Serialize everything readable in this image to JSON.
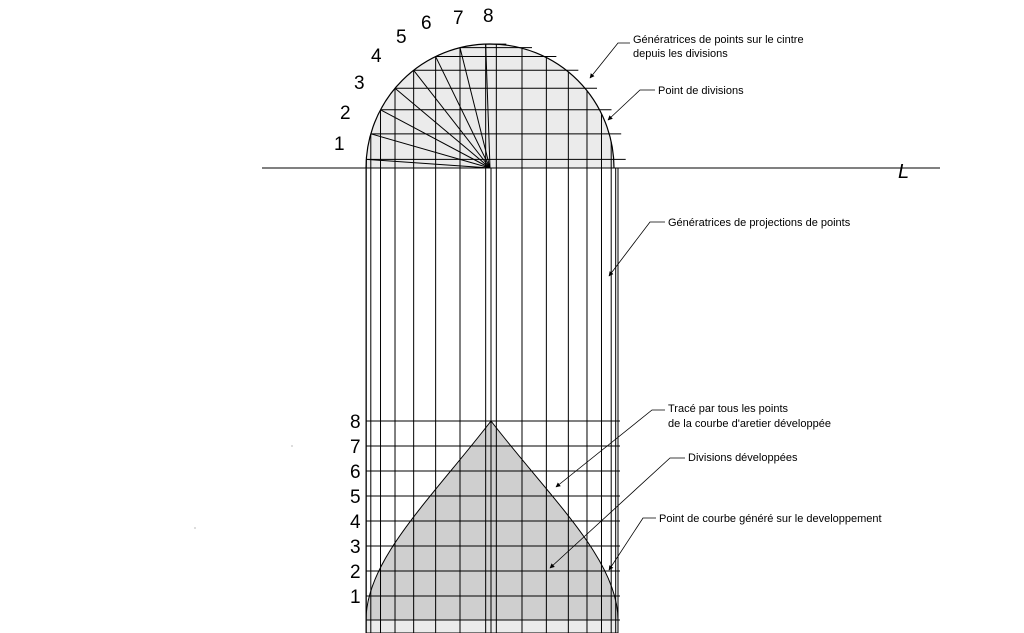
{
  "top_numbers": [
    "1",
    "2",
    "3",
    "4",
    "5",
    "6",
    "7",
    "8"
  ],
  "side_numbers": [
    "8",
    "7",
    "6",
    "5",
    "4",
    "3",
    "2",
    "1"
  ],
  "baseline_mark": "L",
  "annotations": {
    "generatrices_centre": [
      "Génératrices de points  sur le cintre",
      "depuis les divisions"
    ],
    "point_divisions": [
      "Point de divisions"
    ],
    "generatrices_projections": [
      "Génératrices de projections de points"
    ],
    "trace": [
      "Tracé par tous les points",
      "de la courbe d'aretier développée"
    ],
    "divisions_developpees": [
      "Divisions développées"
    ],
    "point_courbe": [
      "Point de courbe généré sur le developpement"
    ]
  },
  "colors": {
    "line": "#000000",
    "light_fill": "#ebebeb",
    "dark_fill": "#cfcfcf"
  }
}
